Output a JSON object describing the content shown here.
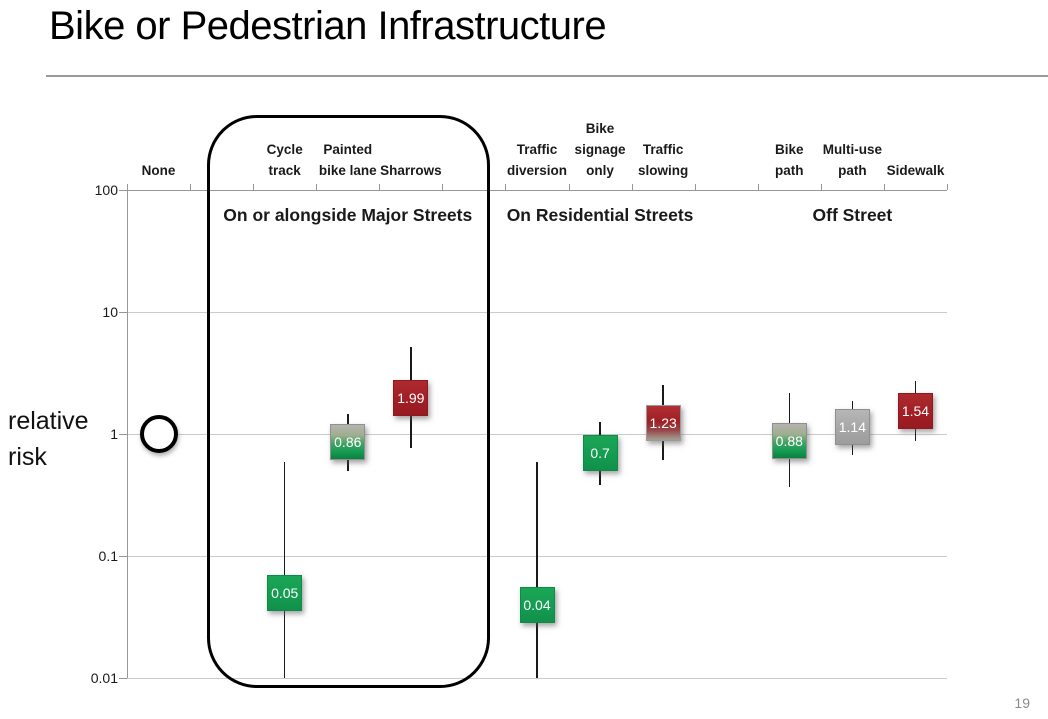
{
  "title": "Bike or Pedestrian Infrastructure",
  "page_number": "19",
  "chart_data": {
    "type": "scatter",
    "subtype": "point-estimates-with-confidence-intervals",
    "title": "Bike or Pedestrian Infrastructure",
    "ylabel": "relative risk",
    "yscale": "log",
    "ylim": [
      0.01,
      100
    ],
    "ytick_values": [
      100,
      10,
      1,
      0.1,
      0.01
    ],
    "ytick_labels": [
      "100",
      "10",
      "1",
      "0.1",
      "0.01"
    ],
    "grid": "horizontal",
    "legend": "none",
    "colors": {
      "green": "#149b51",
      "dark_red": "#a01e24",
      "gray": "#a6a6a6",
      "axis": "#979797",
      "gridline": "#cbcbcb"
    },
    "groups": [
      {
        "label": "On or alongside Major Streets",
        "center_slot": 3,
        "circled": true
      },
      {
        "label": "On Residential Streets",
        "center_slot": 7,
        "circled": false
      },
      {
        "label": "Off Street",
        "center_slot": 11,
        "circled": false
      }
    ],
    "points": [
      {
        "label": "None",
        "label_lines": [
          "None"
        ],
        "slot": 0,
        "value": 1.0,
        "value_label": "",
        "marker": "circle",
        "style": "reference"
      },
      {
        "label": "Cycle track",
        "label_lines": [
          "Cycle",
          "track"
        ],
        "slot": 2,
        "value": 0.05,
        "value_label": "0.05",
        "ci": [
          0.01,
          0.59
        ],
        "marker": "box",
        "style": "green"
      },
      {
        "label": "Painted bike lane",
        "label_lines": [
          "Painted",
          "bike lane"
        ],
        "slot": 3,
        "value": 0.86,
        "value_label": "0.86",
        "ci": [
          0.5,
          1.46
        ],
        "marker": "box",
        "style": "green_gray"
      },
      {
        "label": "Sharrows",
        "label_lines": [
          "Sharrows"
        ],
        "slot": 4,
        "value": 1.99,
        "value_label": "1.99",
        "ci": [
          0.77,
          5.2
        ],
        "marker": "box",
        "style": "dark_red"
      },
      {
        "label": "Traffic diversion",
        "label_lines": [
          "Traffic",
          "diversion"
        ],
        "slot": 6,
        "value": 0.04,
        "value_label": "0.04",
        "ci": [
          0.01,
          0.59
        ],
        "marker": "box",
        "style": "green"
      },
      {
        "label": "Bike signage only",
        "label_lines": [
          "Bike",
          "signage",
          "only"
        ],
        "slot": 7,
        "value": 0.7,
        "value_label": "0.7",
        "ci": [
          0.38,
          1.26
        ],
        "marker": "box",
        "style": "green"
      },
      {
        "label": "Traffic slowing",
        "label_lines": [
          "Traffic",
          "slowing"
        ],
        "slot": 8,
        "value": 1.23,
        "value_label": "1.23",
        "ci": [
          0.61,
          2.52
        ],
        "marker": "box",
        "style": "red_gray"
      },
      {
        "label": "Bike path",
        "label_lines": [
          "Bike",
          "path"
        ],
        "slot": 10,
        "value": 0.88,
        "value_label": "0.88",
        "ci": [
          0.37,
          2.16
        ],
        "marker": "box",
        "style": "green_gray"
      },
      {
        "label": "Multi-use path",
        "label_lines": [
          "Multi-use",
          "path"
        ],
        "slot": 11,
        "value": 1.14,
        "value_label": "1.14",
        "ci": [
          0.67,
          1.86
        ],
        "marker": "box",
        "style": "gray"
      },
      {
        "label": "Sidewalk",
        "label_lines": [
          "Sidewalk"
        ],
        "slot": 12,
        "value": 1.54,
        "value_label": "1.54",
        "ci": [
          0.88,
          2.72
        ],
        "marker": "box",
        "style": "dark_red"
      }
    ]
  }
}
